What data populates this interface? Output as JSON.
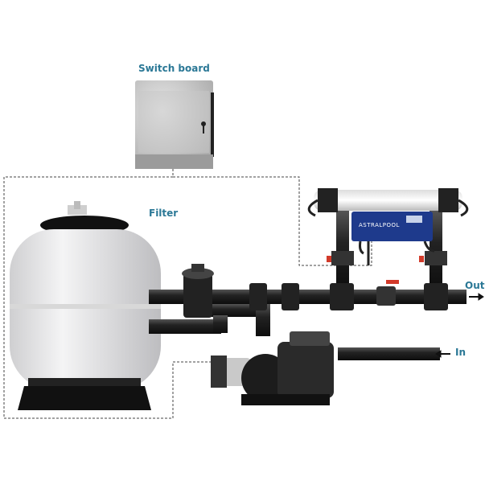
{
  "labels": {
    "switch_board": "Switch board",
    "filter": "Filter",
    "out": "Out",
    "in": "In"
  },
  "device": {
    "brand": "ASTRALPOOL"
  },
  "colors": {
    "label": "#2b7896",
    "pipe": "#1c1c1c",
    "unit": "#1e3a8c"
  }
}
